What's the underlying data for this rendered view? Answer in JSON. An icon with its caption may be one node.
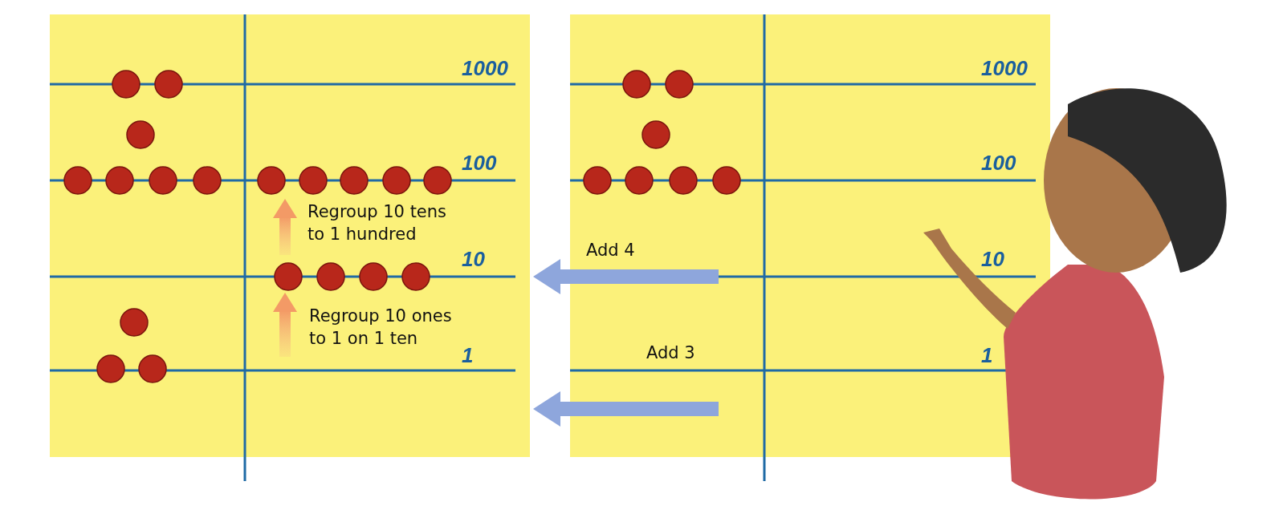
{
  "diagram": {
    "nodes": [
      {
        "text": [],
        "shape": "box"
      },
      {
        "text": [],
        "shape": "box"
      }
    ],
    "edges": [
      {
        "from": 1,
        "to": 0,
        "arrow": "to",
        "label": "Add 4"
      },
      {
        "from": 1,
        "to": 0,
        "arrow": "to",
        "label": "Add 3"
      }
    ],
    "labels": [
      "1000",
      "100",
      "Regroup 10 tens to 1 hundred",
      "10",
      "Regroup 10 ones to 1 on 1 ten",
      "1",
      "1000",
      "100",
      "10",
      "1"
    ]
  }
}
